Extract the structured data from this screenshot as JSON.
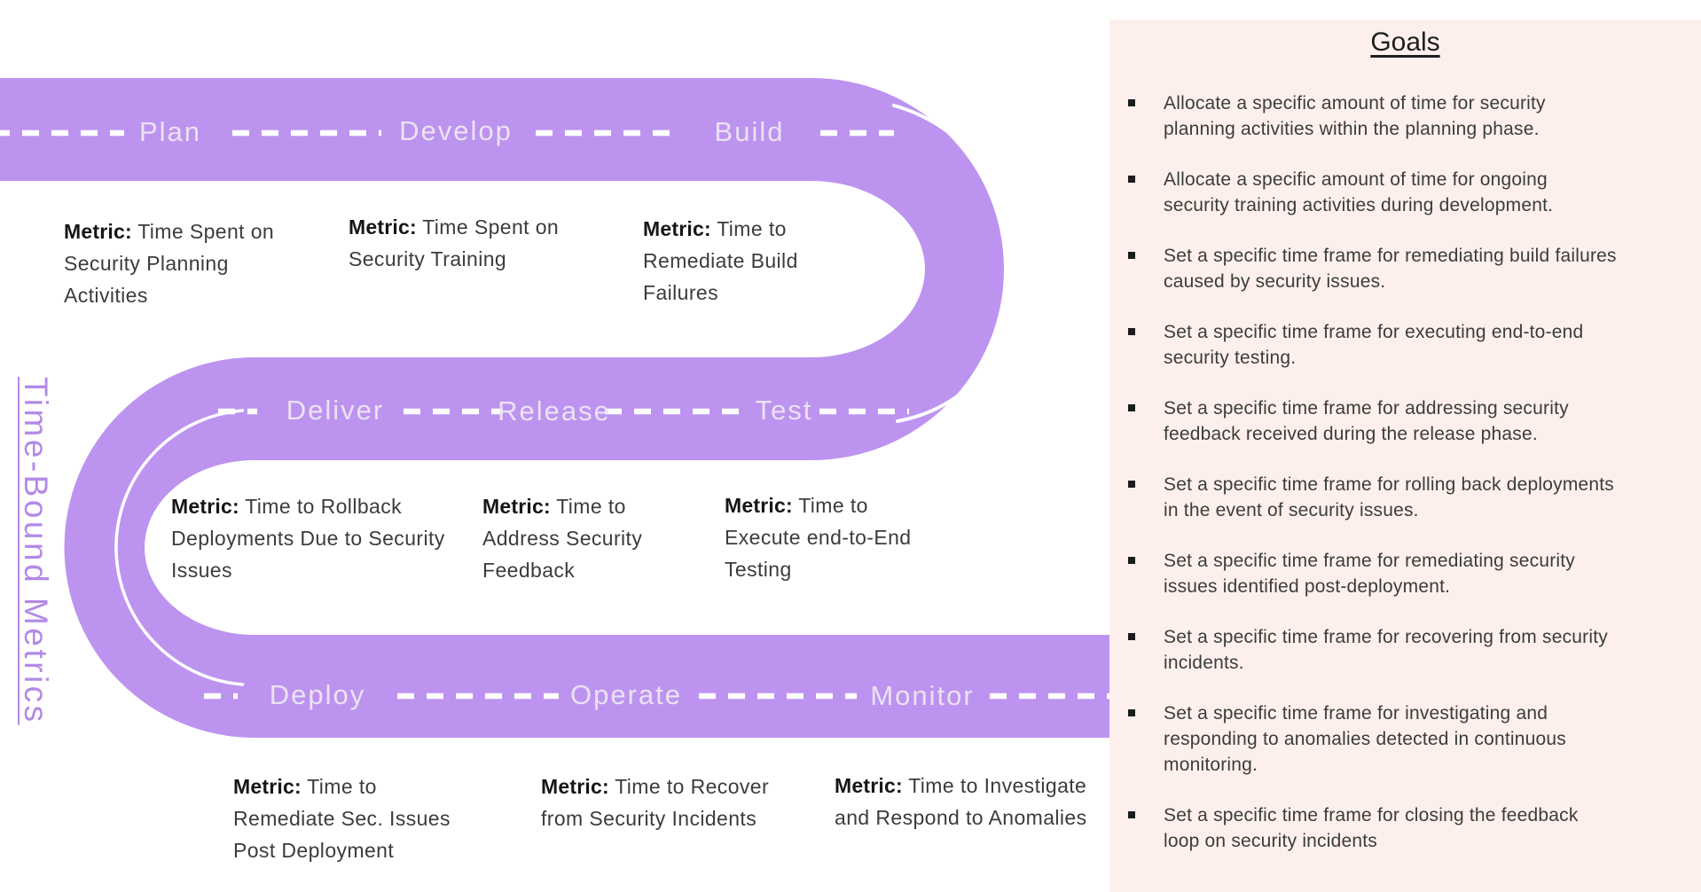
{
  "theme": {
    "road_purple": "#bd93f0",
    "lane_white": "#ffffff",
    "phase_label_color": "#eae3f2",
    "vertical_title_color": "#b28ae6",
    "panel_bg": "#fdf0ec",
    "text_body": "#3c3c3c"
  },
  "vertical_title": "Time-Bound Metrics",
  "road": {
    "phases": [
      {
        "label": "Plan"
      },
      {
        "label": "Develop"
      },
      {
        "label": "Build"
      },
      {
        "label": "Deliver"
      },
      {
        "label": "Release"
      },
      {
        "label": "Test"
      },
      {
        "label": "Deploy"
      },
      {
        "label": "Operate"
      },
      {
        "label": "Monitor"
      }
    ]
  },
  "metrics": [
    {
      "label": "Metric:",
      "l1": "Time Spent on",
      "l2": "Security Planning",
      "l3": "Activities"
    },
    {
      "label": "Metric:",
      "l1": "Time Spent on",
      "l2": "Security Training",
      "l3": ""
    },
    {
      "label": "Metric:",
      "l1": "Time to",
      "l2": "Remediate Build",
      "l3": "Failures"
    },
    {
      "label": "Metric:",
      "l1": "Time to Rollback",
      "l2": "Deployments Due to Security",
      "l3": "Issues"
    },
    {
      "label": "Metric:",
      "l1": "Time to",
      "l2": "Address Security",
      "l3": "Feedback"
    },
    {
      "label": "Metric:",
      "l1": "Time to",
      "l2": "Execute end-to-End",
      "l3": "Testing"
    },
    {
      "label": "Metric:",
      "l1": "Time to",
      "l2": "Remediate Sec. Issues",
      "l3": "Post Deployment"
    },
    {
      "label": "Metric:",
      "l1": "Time to Recover",
      "l2": "from Security Incidents",
      "l3": ""
    },
    {
      "label": "Metric:",
      "l1": "Time to Investigate",
      "l2": "and Respond to Anomalies",
      "l3": ""
    }
  ],
  "goals": {
    "title": "Goals",
    "items": [
      {
        "lines": [
          "Allocate a specific amount of time for security",
          "planning activities within the planning phase."
        ]
      },
      {
        "lines": [
          "Allocate a specific amount of time for ongoing",
          "security training activities during development."
        ]
      },
      {
        "lines": [
          "Set a specific time frame for remediating build failures",
          "caused by security issues."
        ]
      },
      {
        "lines": [
          "Set a specific time frame for executing end-to-end",
          "security testing."
        ]
      },
      {
        "lines": [
          "Set a specific time frame for addressing security",
          "feedback received during the release phase."
        ]
      },
      {
        "lines": [
          "Set a specific time frame for rolling back deployments",
          "in the event of security issues."
        ]
      },
      {
        "lines": [
          "Set a specific time frame for remediating security",
          "issues identified post-deployment."
        ]
      },
      {
        "lines": [
          "Set a specific time frame for recovering from security",
          "incidents."
        ]
      },
      {
        "lines": [
          "Set a specific time frame for investigating and",
          "responding to anomalies detected in continuous",
          "monitoring."
        ]
      },
      {
        "lines": [
          "Set a specific time frame for closing the feedback",
          "loop on security incidents"
        ]
      }
    ]
  }
}
